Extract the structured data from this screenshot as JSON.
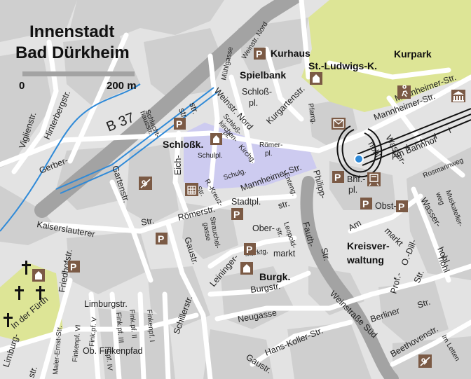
{
  "title": {
    "line1": "Innenstadt",
    "line2": "Bad Dürkheim"
  },
  "scale": {
    "start": "0",
    "end": "200 m"
  },
  "road": {
    "b37": "B 37"
  },
  "pois": {
    "kurhaus": "Kurhaus",
    "spielbank": "Spielbank",
    "st_ludwig": "St.-Ludwigs-K.",
    "kurpark": "Kurpark",
    "schlossk": "Schloßk.",
    "burgk": "Burgk.",
    "kreisverwaltung_1": "Kreisver-",
    "kreisverwaltung_2": "waltung"
  },
  "streets": {
    "viglienstr": "Viglienstr.",
    "hinterbergstr": "Hinterbergstr.",
    "gerber": "Gerber-",
    "gartenstr": "Gartenstr.",
    "schlachthausstr_1": "Schlacht-",
    "schlachthausstr_2": "hausstr.",
    "str_a": "str.",
    "str_b": "str.",
    "muehlgasse": "Mühlgasse",
    "weinstr_nord_small": "Weinstr. Nord",
    "weinstr_nord": "Weinstr. Nord",
    "schlosspl_1": "Schloß-",
    "schlosspl_2": "pl.",
    "schlosskirchenpl_1": "Schloß-",
    "schlosskirchenpl_2": "kirchen-",
    "schlosskirchenpl_3": "pl.",
    "kirchg": "Kirchg.",
    "schulpl": "Schulpl.",
    "roemerpl_1": "Römer-",
    "roemerpl_2": "pl.",
    "kurgartenstr": "Kurgartenstr.",
    "pfarrg": "Pfarrg.",
    "mannheimer_str_top": "Mannheimer-Str.",
    "mannheimer_str_mid": "Mannheimer Str.",
    "mannheimer_str_e": "Mannheimer-Str.",
    "wasser_1": "Wasser-",
    "wasser_2": "hohl",
    "am_bahnhof": "Am Bahnhof",
    "rosmarinweg": "Rosmarinweg",
    "eich": "Eich-",
    "r_kreuz_1": "R.-Kreuz-",
    "r_kreuz_2": "Str.",
    "schulg": "Schulg.",
    "entenstr": "Enteng.",
    "philipp": "Philipp-",
    "fauth": "Fauth-",
    "str_philipp": "Str.",
    "bhf_pl_1": "Bhf.-",
    "bhf_pl_2": "pl.",
    "obstmarkt_1": "Obst-",
    "obstmarkt_2": "markt",
    "wasserhohl_1": "Wasser-",
    "wasserhohl_2": "hohl",
    "muskateller_1": "Muskateller-",
    "muskateller_2": "weg",
    "kaiserslauterer": "Kaiserslauterer",
    "str_k": "Str.",
    "roemerstr": "Römerstr.",
    "stadtpl": "Stadtpl.",
    "str_c": "str.",
    "oberstr": "Ober-",
    "leopold_1": "Leopold-",
    "leopold_2": "str.",
    "markt_label": "markt",
    "marktg": "Marktg.",
    "am": "Am",
    "markt2": "markt",
    "strauchelgasse_1": "Strauchel-",
    "strauchelgasse_2": "gasse",
    "gaustr_v": "Gaustr.",
    "leininger": "Leininger-",
    "burgstr": "Burgstr.",
    "friedhofstr": "Friedhofstr.",
    "in_der_fuerth": "In der Fürth",
    "limburg_1": "Limburg-",
    "limburg_2": "str.",
    "maler_ernst": "Maler-Ernst-Str.",
    "finkenpf_vi": "Finkenpf. VI",
    "finkpf_v": "Fink.pf. V",
    "fipf_iv": "Fi.pf. IV",
    "finkpf_iii": "Fink.pf. III",
    "finkpf_ii": "Fink.pf. II",
    "finkenpf_i": "Finkenpf. I",
    "limburgstr": "Limburgstr.",
    "ob_finkenpfad": "Ob. Finkenpfad",
    "schillerstr": "Schillerstr.",
    "neugasse": "Neugasse",
    "hans_koller": "Hans-Koller-Str.",
    "gaustr_b": "Gaustr.",
    "weinstrasse_sued": "Weinstraße Süd",
    "berliner": "Berliner",
    "str_berliner": "Str.",
    "prof": "Prof.-",
    "o_dill_1": "O.-Dill-",
    "o_dill_2": "Str.",
    "hohl": "hohl",
    "beethovenstr": "Beethovenstr.",
    "im_letten": "Im Letten"
  },
  "parking_letter": "P",
  "colors": {
    "background": "#e3e3e3",
    "block": "#cfcfcf",
    "park": "#dde596",
    "pedestrian": "#cdcbf0",
    "main_road": "#a3a3a3",
    "water": "#2f8ad8",
    "icon": "#7b5a45"
  }
}
